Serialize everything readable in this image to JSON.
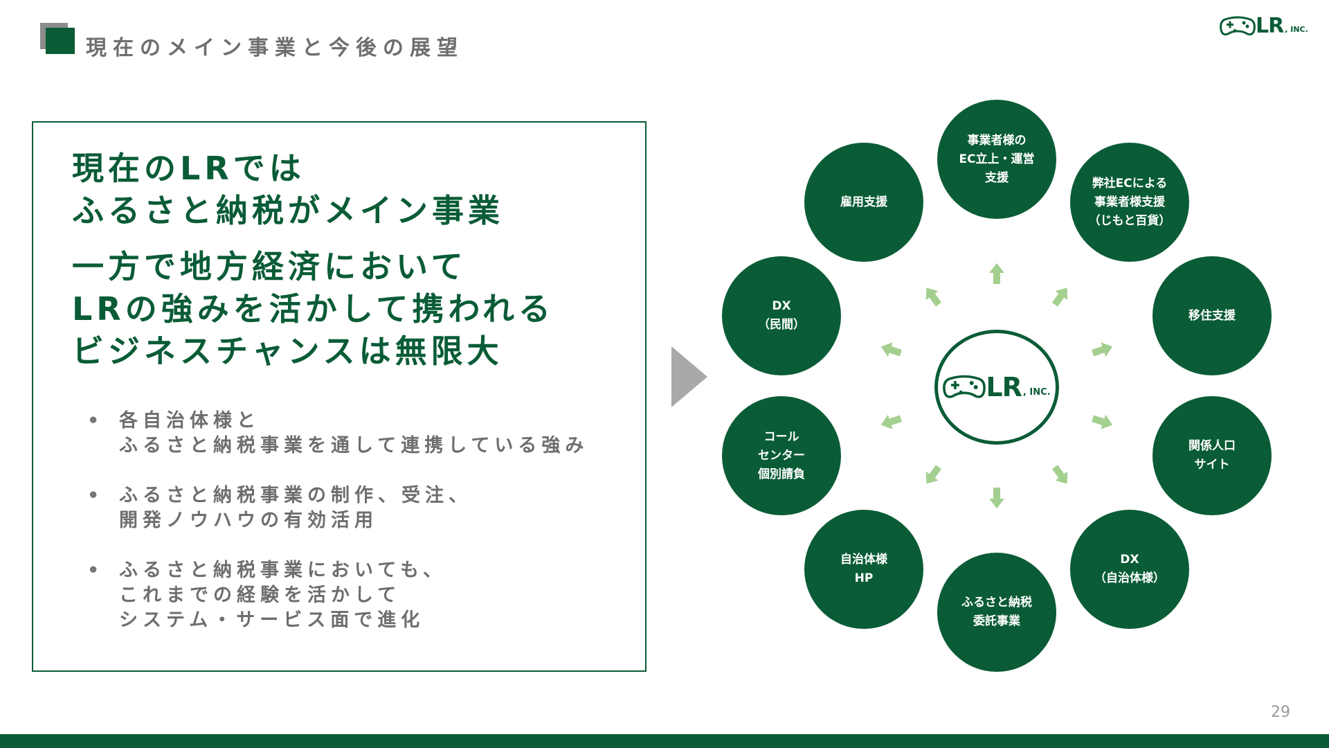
{
  "header": {
    "title": "現在のメイン事業と今後の展望"
  },
  "logo": {
    "text": "LR",
    "suffix": ", INC."
  },
  "panel": {
    "headline1": [
      "現在のLRでは",
      "ふるさと納税がメイン事業"
    ],
    "headline2": [
      "一方で地方経済において",
      "LRの強みを活かして携われる",
      "ビジネスチャンスは無限大"
    ],
    "bullets": [
      [
        "各自治体様と",
        "ふるさと納税事業を通して連携している強み"
      ],
      [
        "ふるさと納税事業の制作、受注、",
        "開発ノウハウの有効活用"
      ],
      [
        "ふるさと納税事業においても、",
        "これまでの経験を活かして",
        "システム・サービス面で進化"
      ]
    ],
    "bullet_marker": "•"
  },
  "diagram": {
    "nodes": [
      {
        "id": "ec-support",
        "label": "事業者様の\nEC立上・運営\n支援"
      },
      {
        "id": "jimoto",
        "label": "弊社ECによる\n事業者様支援\n（じもと百貨）"
      },
      {
        "id": "iju",
        "label": "移住支援"
      },
      {
        "id": "kankei",
        "label": "関係人口\nサイト"
      },
      {
        "id": "dx-local",
        "label": "DX\n（自治体様）"
      },
      {
        "id": "furusato",
        "label": "ふるさと納税\n委託事業"
      },
      {
        "id": "hp",
        "label": "自治体様\nHP"
      },
      {
        "id": "call",
        "label": "コール\nセンター\n個別請負"
      },
      {
        "id": "dx-private",
        "label": "DX\n（民間）"
      },
      {
        "id": "koyo",
        "label": "雇用支援"
      }
    ]
  },
  "colors": {
    "primary": "#0a5c36",
    "arrow": "#a3cf8f",
    "gray_text": "#6e6e6e"
  },
  "footer": {
    "page_number": "29"
  }
}
